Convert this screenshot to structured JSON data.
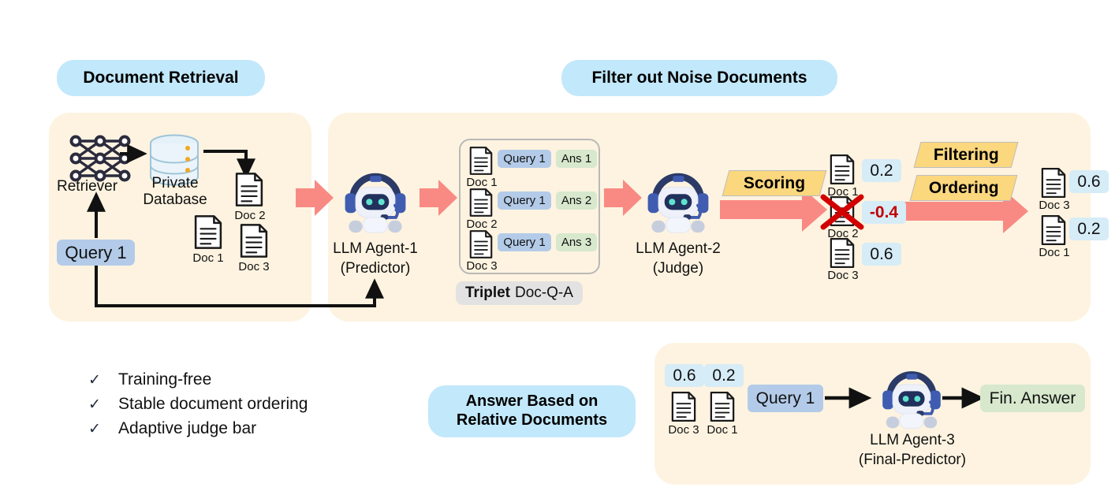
{
  "headers": {
    "document_retrieval": "Document Retrieval",
    "filter_noise": "Filter out Noise Documents",
    "answer_based_line1": "Answer Based on",
    "answer_based_line2": "Relative Documents"
  },
  "stage1": {
    "retriever_label": "Retriever",
    "database_label_line1": "Private",
    "database_label_line2": "Database",
    "query_chip": "Query 1",
    "docs": [
      {
        "caption": "Doc 2"
      },
      {
        "caption": "Doc 1"
      },
      {
        "caption": "Doc 3"
      }
    ]
  },
  "stage2": {
    "agent_name": "LLM Agent-1",
    "agent_role": "(Predictor)",
    "triplet_bold": "Triplet",
    "triplet_rest": "Doc-Q-A",
    "rows": [
      {
        "doc": "Doc 1",
        "query": "Query 1",
        "ans": "Ans 1"
      },
      {
        "doc": "Doc 2",
        "query": "Query 1",
        "ans": "Ans 2"
      },
      {
        "doc": "Doc 3",
        "query": "Query 1",
        "ans": "Ans 3"
      }
    ]
  },
  "stage3": {
    "agent_name": "LLM Agent-2",
    "agent_role": "(Judge)",
    "banner_scoring": "Scoring",
    "banner_filtering": "Filtering",
    "banner_ordering": "Ordering",
    "scored_docs": [
      {
        "caption": "Doc 1",
        "score": "0.2",
        "crossed": false
      },
      {
        "caption": "Doc 2",
        "score": "-0.4",
        "crossed": true
      },
      {
        "caption": "Doc 3",
        "score": "0.6",
        "crossed": false
      }
    ],
    "ordered_docs": [
      {
        "caption": "Doc 3",
        "score": "0.6"
      },
      {
        "caption": "Doc 1",
        "score": "0.2"
      }
    ]
  },
  "stage4": {
    "docs": [
      {
        "caption": "Doc 3",
        "score": "0.6"
      },
      {
        "caption": "Doc 1",
        "score": "0.2"
      }
    ],
    "query_chip": "Query 1",
    "agent_name": "LLM Agent-3",
    "agent_role": "(Final-Predictor)",
    "final_answer": "Fin. Answer"
  },
  "bullets": [
    {
      "mark": "✓",
      "text": "Training-free"
    },
    {
      "mark": "✓",
      "text": "Stable document ordering"
    },
    {
      "mark": "✓",
      "text": "Adaptive judge bar"
    }
  ],
  "colors": {
    "panel_bg": "#fdf3e0",
    "header_pill": "#c2e8fb",
    "query_chip": "#b3cbe8",
    "ans_chip": "#d7e8cd",
    "score_chip": "#d6ecf7",
    "negative_score": "#c00000",
    "banner": "#fbd77e",
    "pink_arrow": "#f98a83",
    "robot_dark": "#2b3a67",
    "robot_blue": "#3f5cb0",
    "robot_light": "#e8ecf7",
    "eye": "#5fe3d0",
    "db_blue": "#cfe4f0",
    "db_dot": "#f5a623"
  }
}
